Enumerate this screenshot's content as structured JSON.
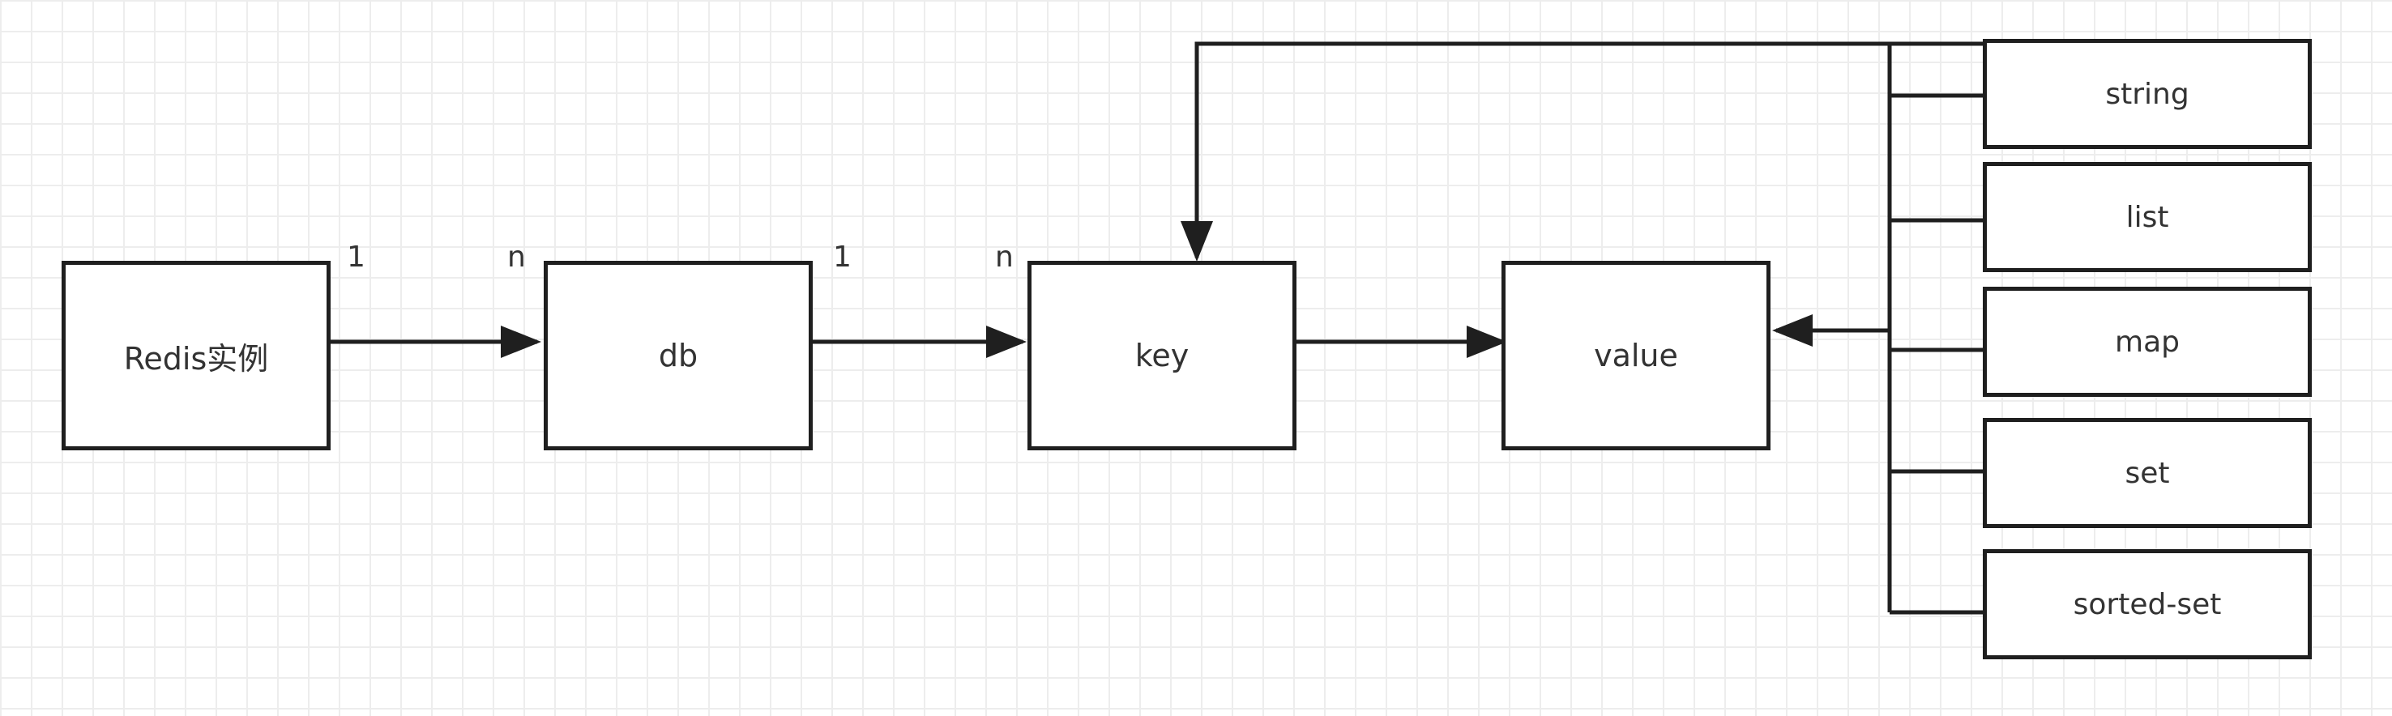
{
  "diagram": {
    "nodes": {
      "redis_instance": "Redis实例",
      "db": "db",
      "key": "key",
      "value": "value"
    },
    "types": [
      "string",
      "list",
      "map",
      "set",
      "sorted-set"
    ],
    "multiplicities": {
      "instance_side": "1",
      "db_side_of_instance": "n",
      "db_side_of_key": "1",
      "key_side": "n"
    }
  },
  "colors": {
    "line": "#1f1f1f",
    "text": "#333333",
    "grid": "#ededed"
  }
}
